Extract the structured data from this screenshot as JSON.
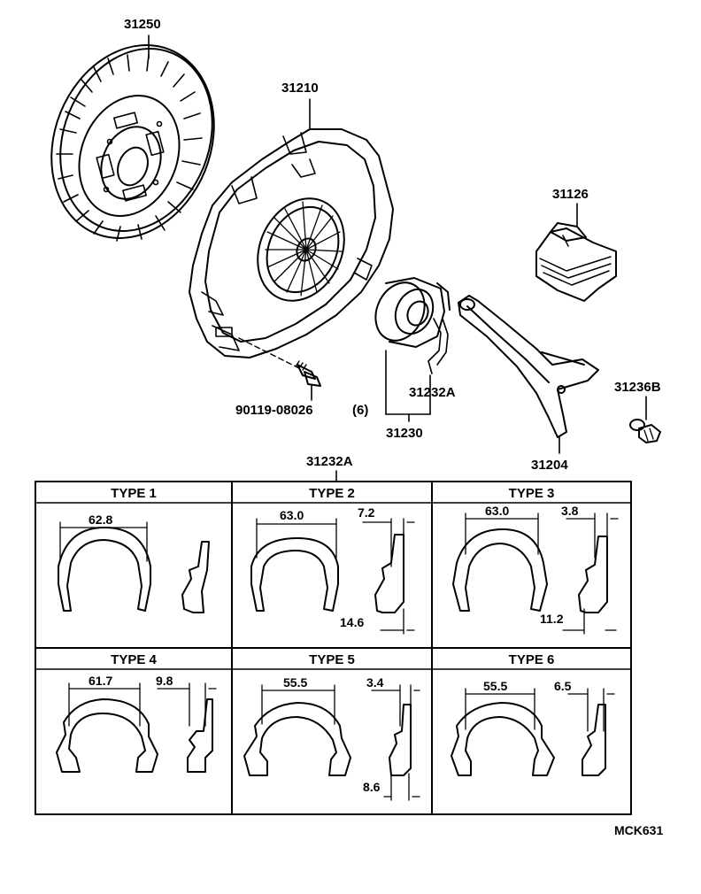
{
  "parts": {
    "clutch_disc": "31250",
    "clutch_cover": "31210",
    "boot": "31126",
    "bolt": "90119-08026",
    "bolt_qty": "(6)",
    "clip": "31232A",
    "release_bearing": "31230",
    "release_fork": "31204",
    "ball_stud": "31236B"
  },
  "table": {
    "header_label": "31232A",
    "types": [
      {
        "title": "TYPE 1",
        "width": "62.8",
        "thickness": "",
        "height": ""
      },
      {
        "title": "TYPE 2",
        "width": "63.0",
        "thickness": "7.2",
        "height": "14.6"
      },
      {
        "title": "TYPE 3",
        "width": "63.0",
        "thickness": "3.8",
        "height": "11.2"
      },
      {
        "title": "TYPE 4",
        "width": "61.7",
        "thickness": "9.8",
        "height": ""
      },
      {
        "title": "TYPE 5",
        "width": "55.5",
        "thickness": "3.4",
        "height": "8.6"
      },
      {
        "title": "TYPE 6",
        "width": "55.5",
        "thickness": "6.5",
        "height": ""
      }
    ]
  },
  "footer_code": "MCK631"
}
